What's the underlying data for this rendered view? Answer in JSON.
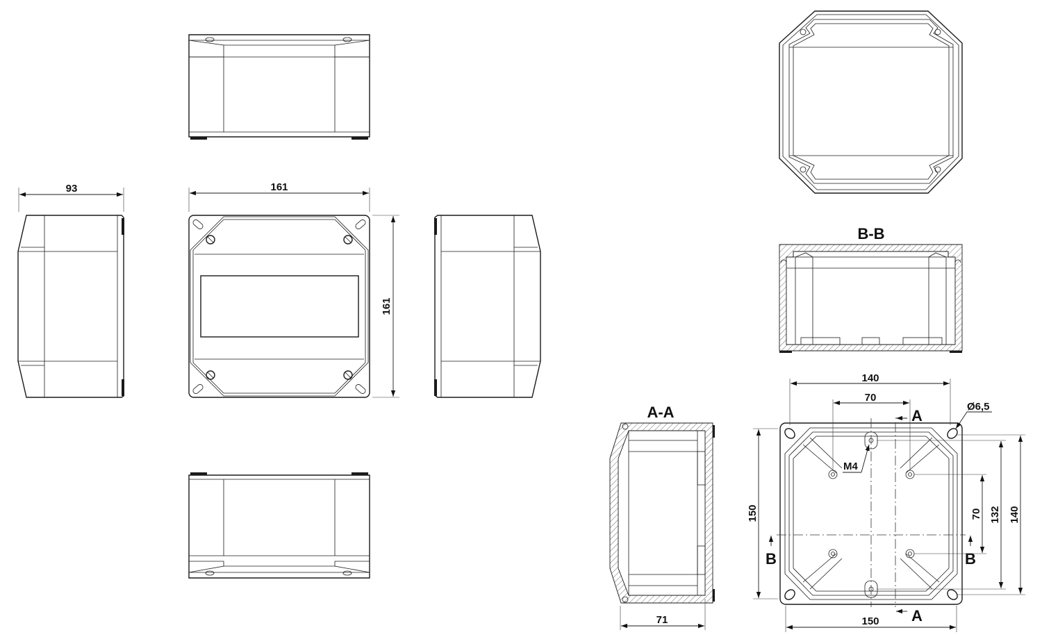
{
  "views": {
    "front": {
      "width_label": "161",
      "height_label": "161"
    },
    "left_side": {
      "depth_label": "93"
    },
    "section_aa": {
      "title": "A-A",
      "depth_label": "71"
    },
    "section_bb": {
      "title": "B-B"
    },
    "base_interior": {
      "hole_spacing_top": "140",
      "hole_spacing_inner_top": "70",
      "hole_diameter": "Ø6,5",
      "thread_label": "M4",
      "width_bottom": "150",
      "height_left": "150",
      "height_inner_right": "70",
      "height_right_132": "132",
      "height_right_140": "140",
      "section_marker_a": "A",
      "section_marker_b": "B"
    }
  }
}
